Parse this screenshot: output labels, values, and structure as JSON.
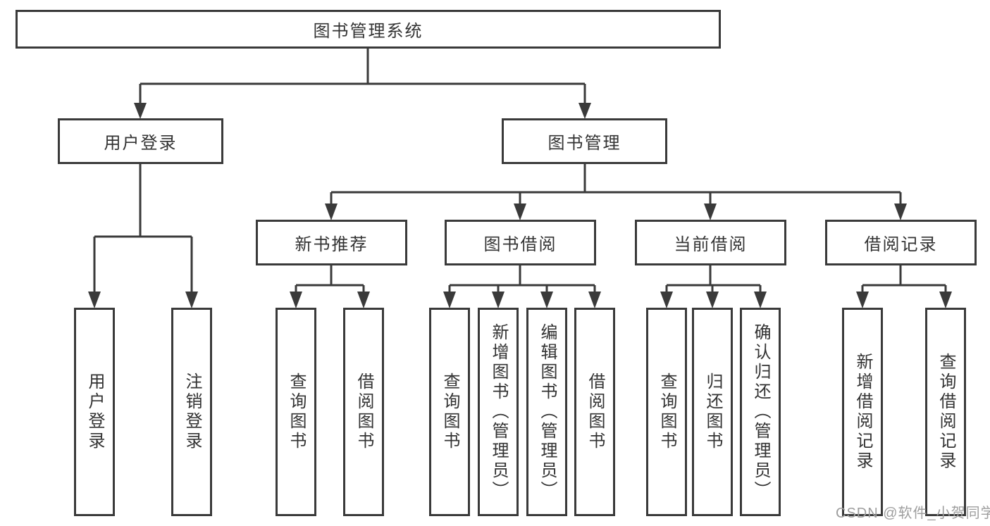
{
  "tree": {
    "root": {
      "label": "图书管理系统"
    },
    "branches": [
      {
        "label": "用户登录",
        "leaves": [
          {
            "label": "用户登录"
          },
          {
            "label": "注销登录"
          }
        ]
      },
      {
        "label": "图书管理",
        "groups": [
          {
            "label": "新书推荐",
            "leaves": [
              {
                "label": "查询图书"
              },
              {
                "label": "借阅图书"
              }
            ]
          },
          {
            "label": "图书借阅",
            "leaves": [
              {
                "label": "查询图书"
              },
              {
                "label": "新增图书（管理员）"
              },
              {
                "label": "编辑图书（管理员）"
              },
              {
                "label": "借阅图书"
              }
            ]
          },
          {
            "label": "当前借阅",
            "leaves": [
              {
                "label": "查询图书"
              },
              {
                "label": "归还图书"
              },
              {
                "label": "确认归还（管理员）"
              }
            ]
          },
          {
            "label": "借阅记录",
            "leaves": [
              {
                "label": "新增借阅记录"
              },
              {
                "label": "查询借阅记录"
              }
            ]
          }
        ]
      }
    ]
  },
  "colors": {
    "line": "#3a3a3a",
    "text": "#333333",
    "watermark_gray": "#9e9e9e",
    "background": "#ffffff"
  },
  "watermark": {
    "text": "CSDN @软件_小贺同学"
  }
}
